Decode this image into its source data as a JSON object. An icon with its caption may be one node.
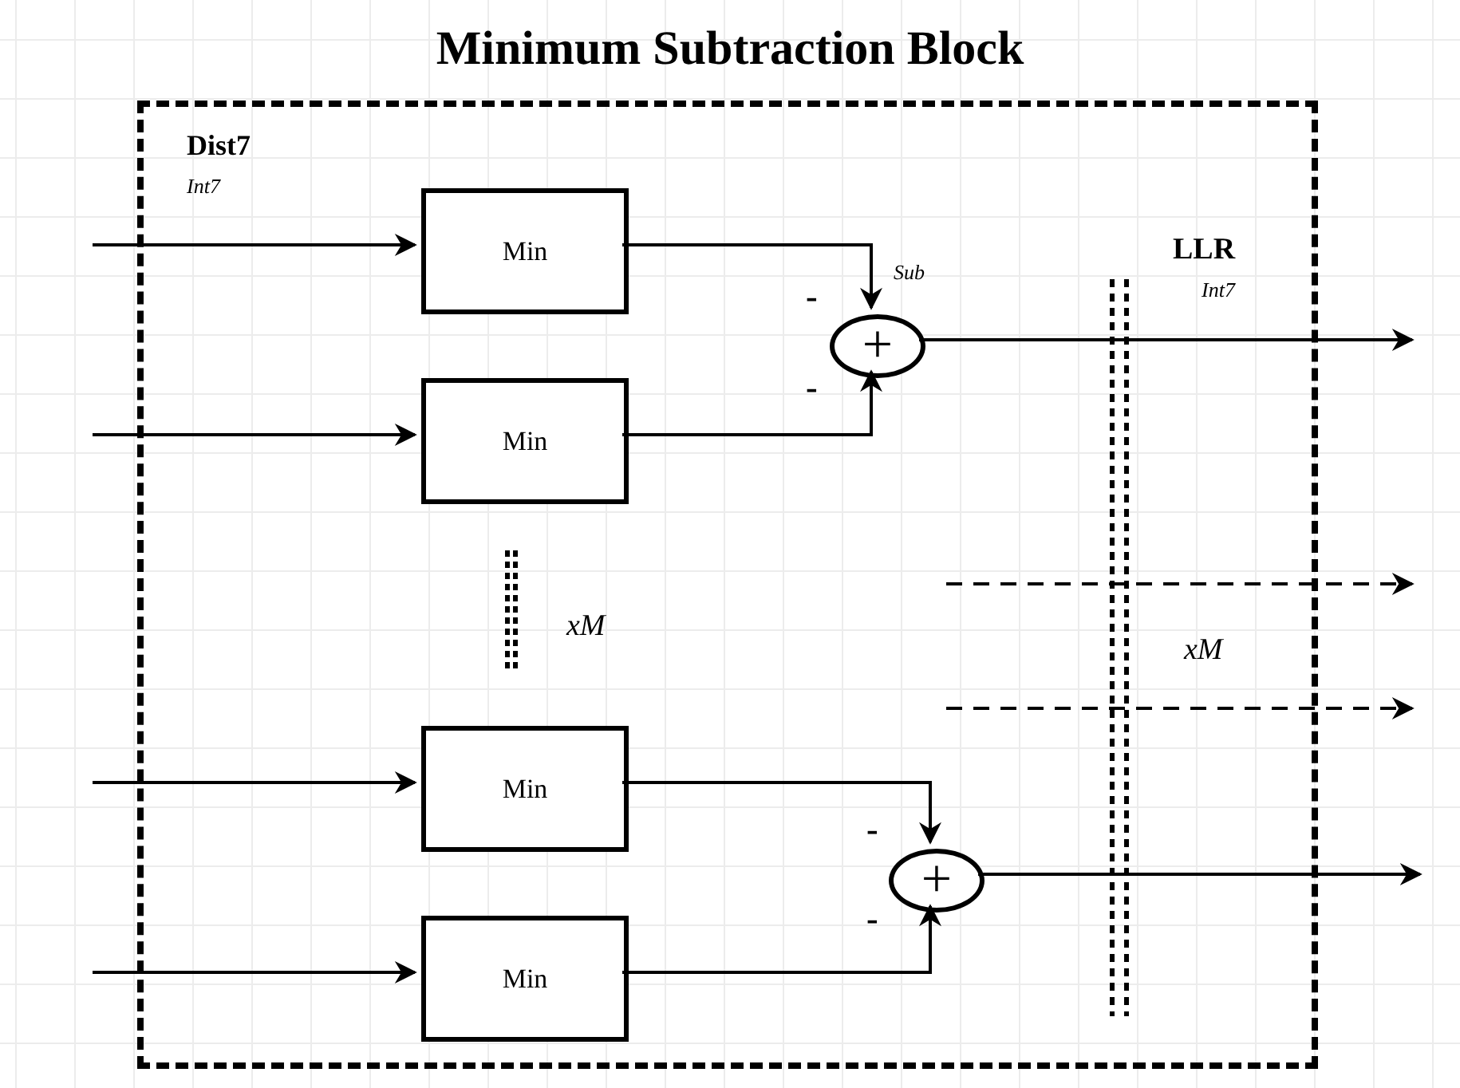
{
  "diagram": {
    "title": "Minimum Subtraction Block",
    "nodes": [
      {
        "text": [],
        "shape": "box"
      },
      {
        "text": [
          "Min"
        ],
        "in": 0
      },
      {
        "text": [
          "Min"
        ],
        "in": 0
      },
      {
        "text": [
          "Min"
        ],
        "in": 0
      },
      {
        "text": [
          "Min"
        ],
        "in": 0
      },
      {
        "text": [
          "+"
        ],
        "in": 0
      },
      {
        "text": [
          "+"
        ],
        "in": 0
      }
    ],
    "edges": [
      {
        "from": null,
        "to": 1,
        "arrow": "to"
      },
      {
        "from": null,
        "to": 2,
        "arrow": "to"
      },
      {
        "from": null,
        "to": 3,
        "arrow": "to"
      },
      {
        "from": null,
        "to": 4,
        "arrow": "to"
      },
      {
        "from": 1,
        "to": 5,
        "arrow": "to"
      },
      {
        "from": 2,
        "to": 5,
        "arrow": "to"
      },
      {
        "from": 3,
        "to": 6,
        "arrow": "to"
      },
      {
        "from": 4,
        "to": 6,
        "arrow": "to"
      },
      {
        "from": 5,
        "to": null,
        "arrow": "to"
      },
      {
        "from": 6,
        "to": null,
        "arrow": "to"
      }
    ],
    "labels": [
      "Dist7",
      "Int7",
      "LLR",
      "Sub",
      "-",
      "Int7",
      "-",
      "xM",
      "xM",
      "-",
      "-"
    ]
  }
}
